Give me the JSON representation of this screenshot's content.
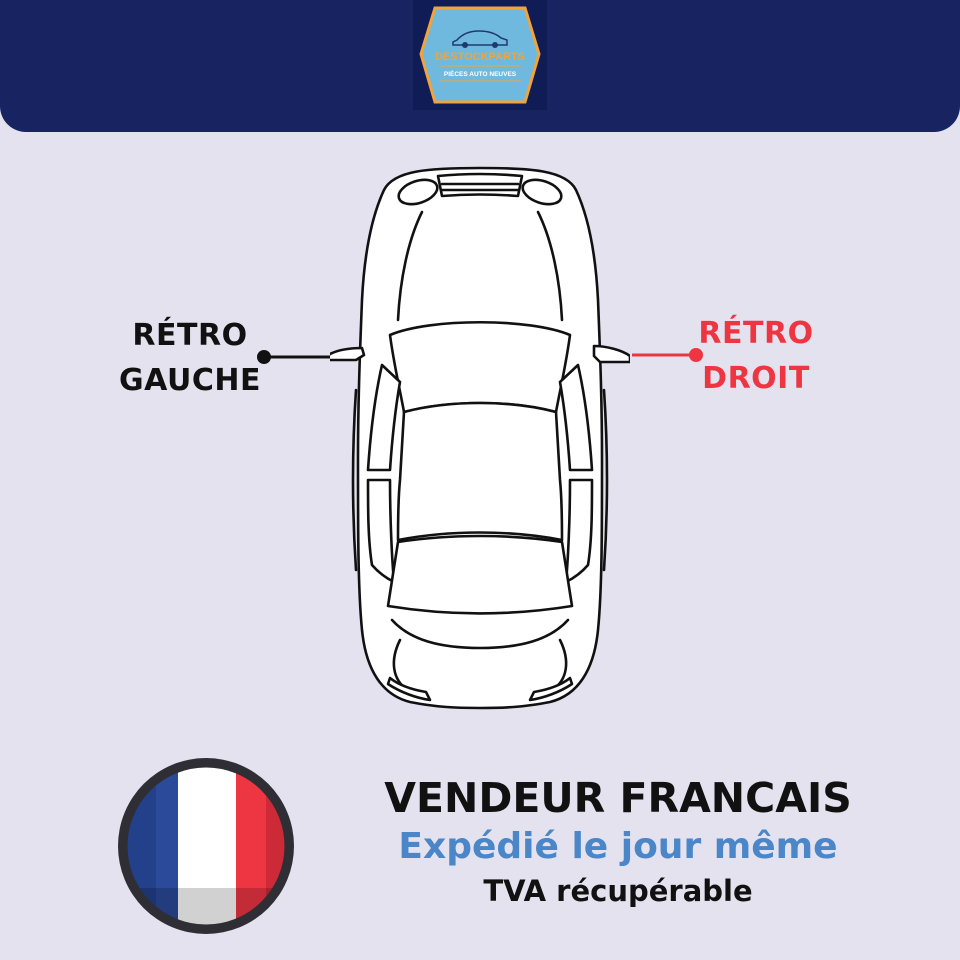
{
  "brand": {
    "name": "DESTOCKPARTS",
    "tagline": "PIÈCES AUTO NEUVES",
    "header_color": "#172461"
  },
  "diagram": {
    "left_mirror": {
      "line1": "RÉTRO",
      "line2": "GAUCHE",
      "color": "#111111"
    },
    "right_mirror": {
      "line1": "RÉTRO",
      "line2": "DROIT",
      "color": "#ee3542"
    }
  },
  "seller": {
    "title": "VENDEUR FRANCAIS",
    "shipping": "Expédié le jour même",
    "vat": "TVA récupérable",
    "shipping_color": "#4a86c8"
  },
  "flag": {
    "icon": "france-flag-icon",
    "colors": [
      "#2b4a9a",
      "#ffffff",
      "#ee3542"
    ]
  }
}
